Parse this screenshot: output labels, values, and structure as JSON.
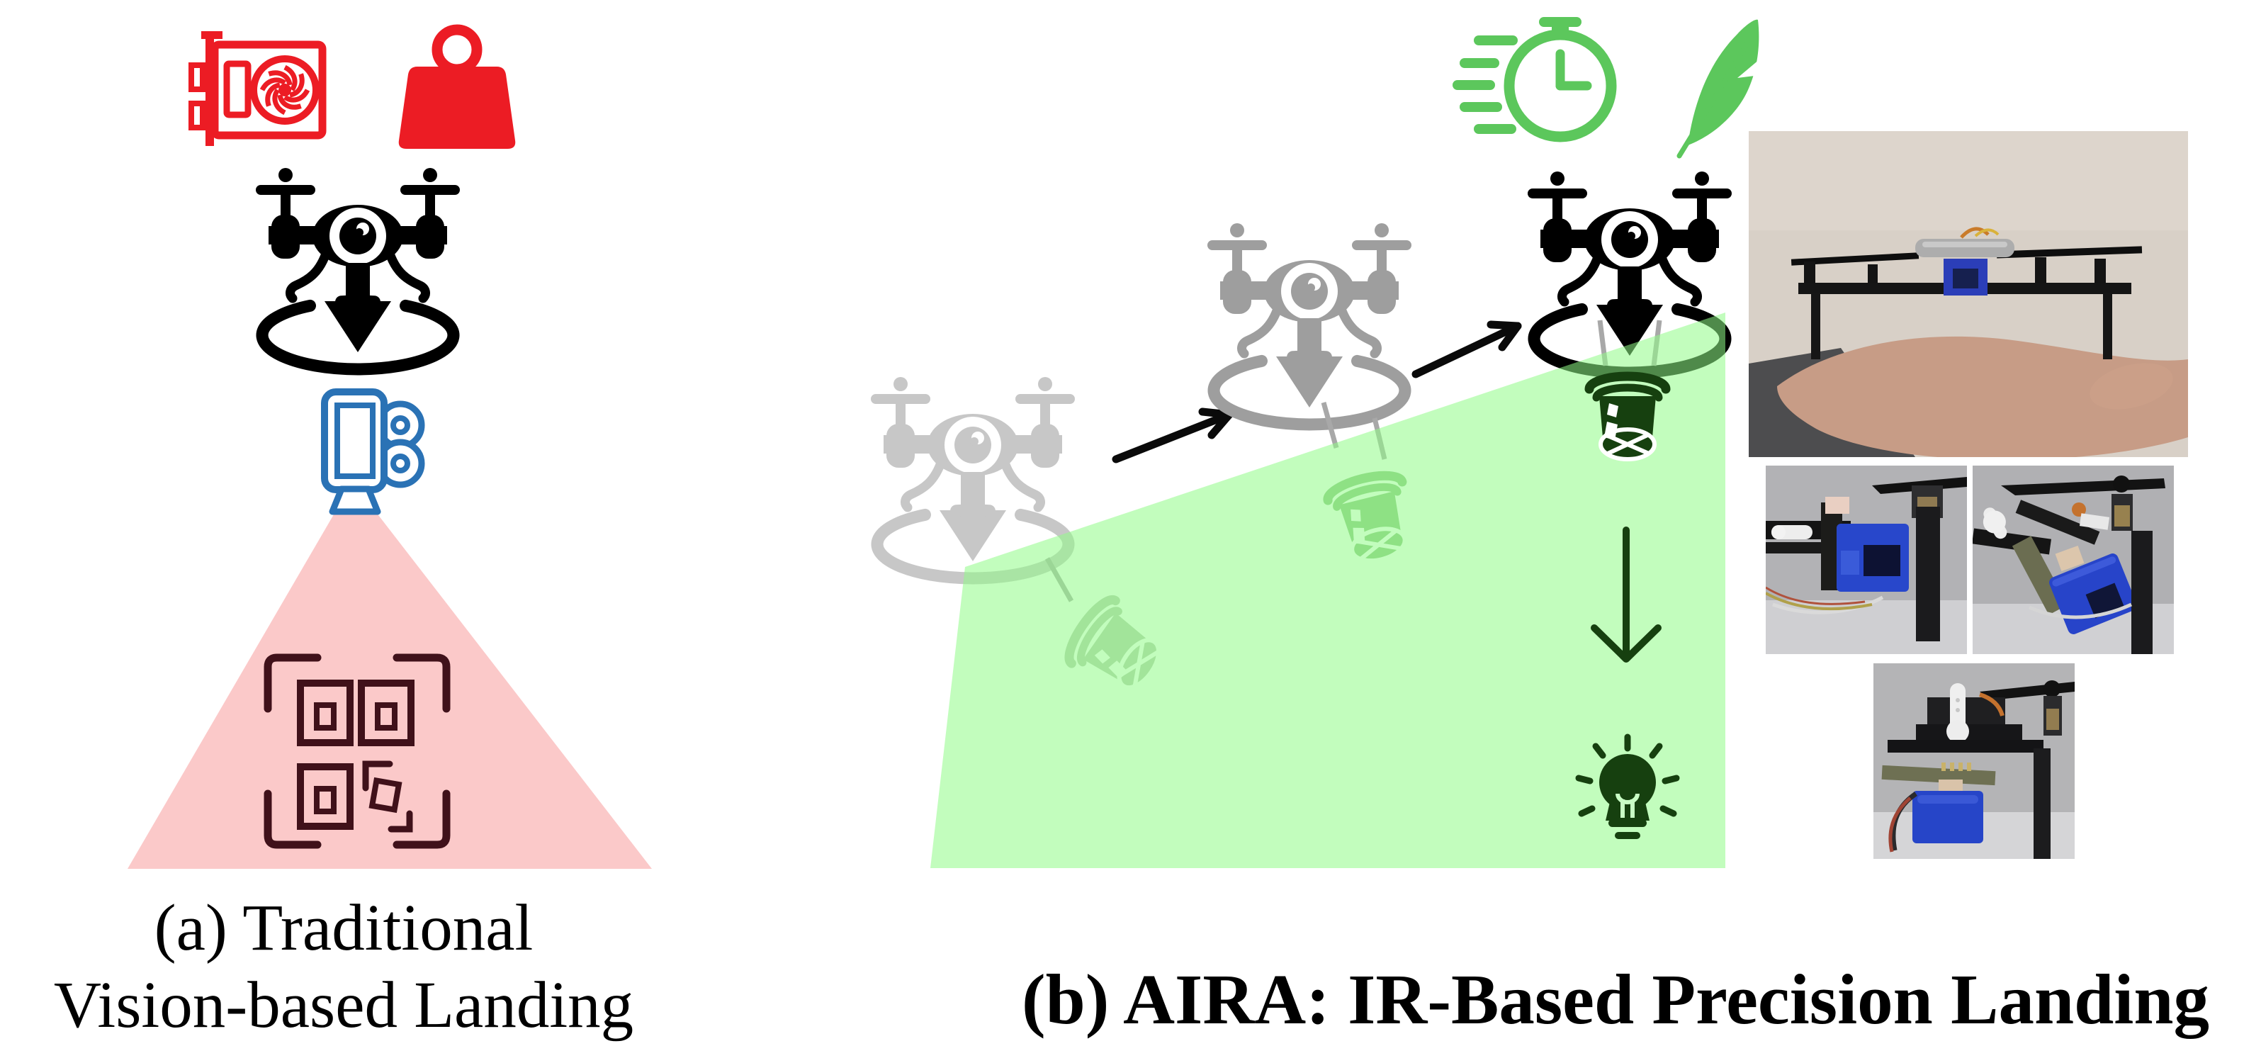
{
  "figure": {
    "title_semantic": "Comparison of drone precision landing approaches",
    "panel_a": {
      "caption_line1": "(a) Traditional",
      "caption_line2": "Vision-based Landing",
      "cost_icons": [
        "gpu-card-icon",
        "heavy-weight-icon"
      ],
      "elements": [
        "landing-drone-icon",
        "video-camera-icon",
        "camera-view-cone",
        "fiducial-marker-icon"
      ],
      "colors": {
        "alert_red": "#ec1c24",
        "camera_blue": "#2a72b5",
        "cone_pink": "#fbc9c9",
        "marker_dark": "#40111a",
        "drone_black": "#000000"
      }
    },
    "panel_b": {
      "caption": "(b) AIRA: IR-Based Precision Landing",
      "benefit_icons": [
        "fast-timer-icon",
        "lightweight-feather-icon"
      ],
      "sequence": [
        "approaching-drone-faded",
        "approaching-drone-mid",
        "landing-drone-active"
      ],
      "elements": [
        "ir-beam",
        "ir-beacon-cylinder",
        "descent-arrow",
        "lightbulb-idea-icon"
      ],
      "colors": {
        "benefit_green": "#5cc75c",
        "beam_green": "#c9fdc5",
        "ir_dark_green": "#16400f",
        "drone_gray_faded": "#c7c7c7",
        "drone_gray_mid": "#9e9e9e",
        "drone_black": "#000000"
      },
      "photos": [
        {
          "name": "photo-drone-on-palm"
        },
        {
          "name": "photo-ir-module-side-view"
        },
        {
          "name": "photo-ir-module-tilted-view"
        },
        {
          "name": "photo-ir-module-bottom-view"
        }
      ]
    }
  }
}
